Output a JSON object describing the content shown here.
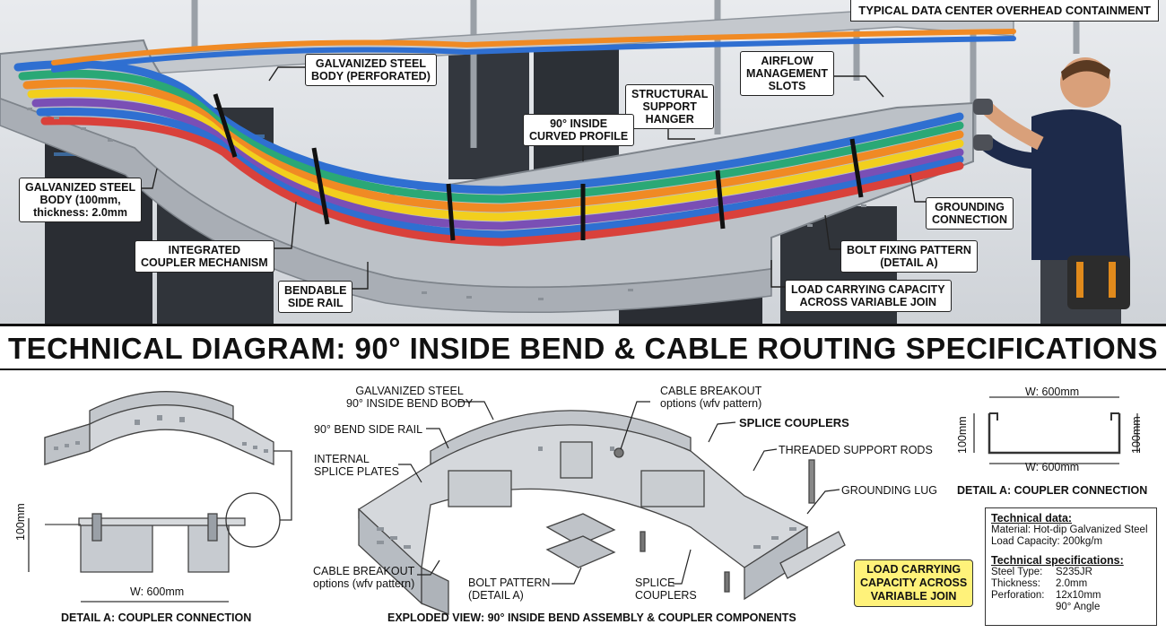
{
  "photo": {
    "corner_title": "TYPICAL DATA CENTER OVERHEAD CONTAINMENT",
    "callouts": {
      "galv_perforated": [
        "GALVANIZED STEEL",
        "BODY (PERFORATED)"
      ],
      "airflow": [
        "AIRFLOW",
        "MANAGEMENT",
        "SLOTS"
      ],
      "support_hanger": [
        "STRUCTURAL",
        "SUPPORT",
        "HANGER"
      ],
      "inside_curved": [
        "90° INSIDE",
        "CURVED PROFILE"
      ],
      "galv_body_100": [
        "GALVANIZED STEEL",
        "BODY (100mm,",
        "thickness: 2.0mm"
      ],
      "grounding": [
        "GROUNDING",
        "CONNECTION"
      ],
      "coupler_mech": [
        "INTEGRATED",
        "COUPLER MECHANISM"
      ],
      "bolt_fixing": [
        "BOLT FIXING PATTERN",
        "(DETAIL A)"
      ],
      "bendable": [
        "BENDABLE",
        "SIDE RAIL"
      ],
      "load_capacity": [
        "LOAD CARRYING CAPACITY",
        "ACROSS VARIABLE JOIN"
      ]
    },
    "colors": {
      "tray": "#b9bec4",
      "cable_blue": "#2f6fd1",
      "cable_orange": "#f08a24",
      "cable_green": "#2aa876",
      "cable_yellow": "#f2cf1d",
      "cable_purple": "#7a4fb5",
      "cable_red": "#d9413b"
    }
  },
  "banner": {
    "title": "TECHNICAL DIAGRAM: 90° INSIDE BEND & CABLE ROUTING SPECIFICATIONS"
  },
  "left_detail": {
    "dim_height": "100mm",
    "dim_width": "W: 600mm",
    "caption": "DETAIL A: COUPLER CONNECTION"
  },
  "exploded": {
    "labels": {
      "galv_bend": [
        "GALVANIZED STEEL",
        "90° INSIDE BEND BODY"
      ],
      "side_rail": "90° BEND SIDE RAIL",
      "splice_plates": [
        "INTERNAL",
        "SPLICE PLATES"
      ],
      "breakout_top": [
        "CABLE BREAKOUT",
        "options (wfv pattern)"
      ],
      "splice_couplers_top": "SPLICE COUPLERS",
      "threaded_rods": "THREADED SUPPORT RODS",
      "grounding_lug": "GROUNDING LUG",
      "breakout_bottom": [
        "CABLE BREAKOUT",
        "options (wfv pattern)"
      ],
      "bolt_pattern": [
        "BOLT PATTERN",
        "(DETAIL A)"
      ],
      "splice_couplers_bottom": [
        "SPLICE",
        "COUPLERS"
      ]
    },
    "load_box": [
      "LOAD CARRYING",
      "CAPACITY ACROSS",
      "VARIABLE JOIN"
    ],
    "caption": "EXPLODED VIEW: 90° INSIDE BEND ASSEMBLY & COUPLER COMPONENTS"
  },
  "right_detail": {
    "dim_top": "W: 600mm",
    "dim_bottom": "W: 600mm",
    "dim_left": "100mm",
    "dim_right": "100mm",
    "caption": "DETAIL A: COUPLER CONNECTION"
  },
  "tech": {
    "data_title": "Technical data:",
    "material": "Material: Hot-dip Galvanized Steel",
    "load": "Load Capacity: 200kg/m",
    "spec_title": "Technical specifications:",
    "specs": [
      {
        "k": "Steel Type:",
        "v": "S235JR"
      },
      {
        "k": "Thickness:",
        "v": "2.0mm"
      },
      {
        "k": "Perforation:",
        "v": "12x10mm"
      },
      {
        "k": "",
        "v": "90° Angle"
      }
    ]
  }
}
